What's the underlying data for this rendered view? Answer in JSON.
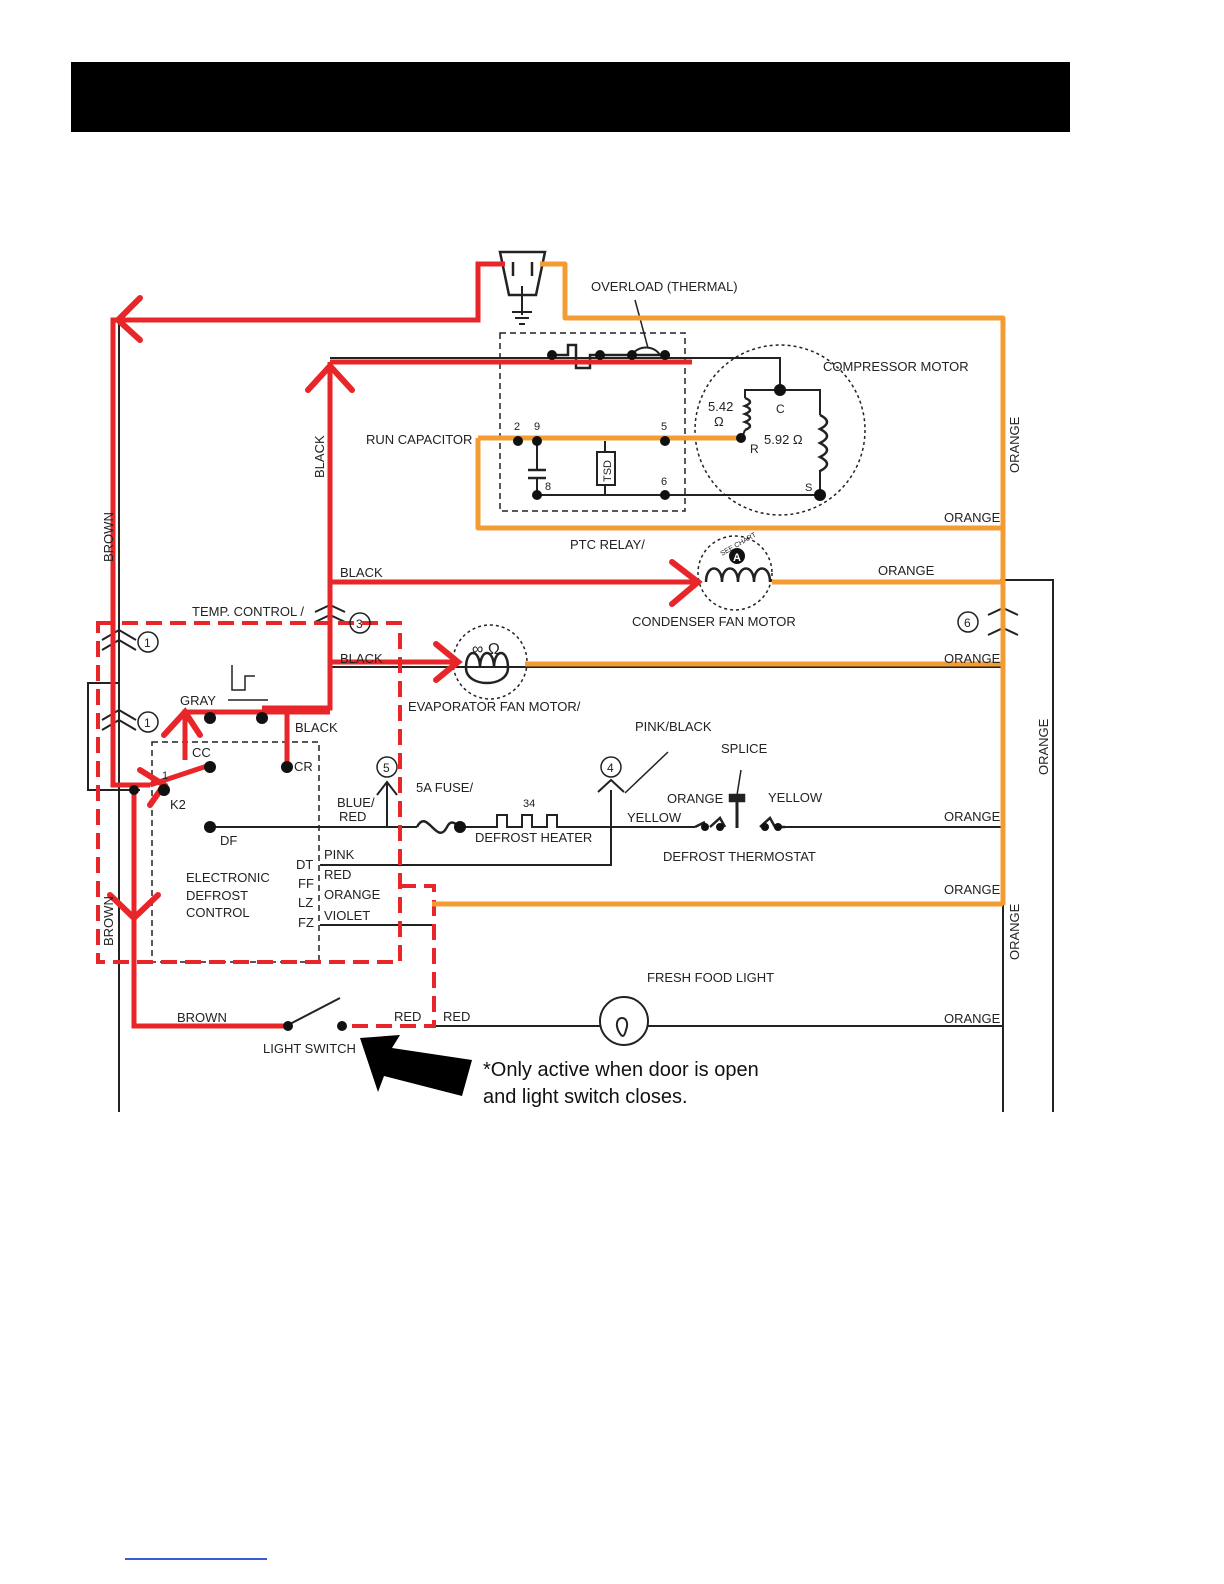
{
  "colors": {
    "active": "#e8262a",
    "supply": "#f39c34",
    "wire": "#222222",
    "header": "#000000",
    "link": "#3b5bd6"
  },
  "labels": {
    "overload": "OVERLOAD (THERMAL)",
    "compressor_motor": "COMPRESSOR MOTOR",
    "run_capacitor": "RUN CAPACITOR",
    "ptc_relay": "PTC RELAY/",
    "tsd": "TSD",
    "pin_2": "2",
    "pin_9": "9",
    "pin_5": "5",
    "pin_8": "8",
    "pin_6": "6",
    "res_start": "5.42",
    "res_start_unit": "Ω",
    "res_run": "5.92 Ω",
    "term_c": "C",
    "term_r": "R",
    "term_s": "S",
    "black_vertical": "BLACK",
    "brown_top": "BROWN",
    "brown_bottom": "BROWN",
    "orange_right_1": "ORANGE",
    "orange_right_2": "ORANGE",
    "orange_right_3": "ORANGE",
    "orange_top": "ORANGE",
    "black_condenser": "BLACK",
    "see_chart": "SEE CHART",
    "chart_ref": "A",
    "orange_condenser": "ORANGE",
    "condenser_fan_motor": "CONDENSER FAN MOTOR",
    "circle_6": "6",
    "temp_control": "TEMP. CONTROL /",
    "circle_1a": "1",
    "circle_1b": "1",
    "circle_3": "3",
    "black_evap": "BLACK",
    "evap_symbol": "∞ Ω",
    "orange_evap": "ORANGE",
    "evaporator_fan_motor": "EVAPORATOR FAN MOTOR/",
    "gray": "GRAY",
    "black_cr": "BLACK",
    "cc": "CC",
    "cr": "CR",
    "k2": "K2",
    "k2_pin": "1",
    "pink_black": "PINK/BLACK",
    "splice": "SPLICE",
    "circle_5": "5",
    "circle_4": "4",
    "fuse": "5A FUSE/",
    "blue_red_1": "BLUE/",
    "blue_red_2": "RED",
    "heater_value": "34",
    "defrost_heater": "DEFROST HEATER",
    "orange_thermo": "ORANGE",
    "yellow_thermo": "YELLOW",
    "yellow_left": "YELLOW",
    "orange_heater_line": "ORANGE",
    "defrost_thermostat": "DEFROST THERMOSTAT",
    "df": "DF",
    "edc_1": "ELECTRONIC",
    "edc_2": "DEFROST",
    "edc_3": "CONTROL",
    "dt": "DT",
    "ff": "FF",
    "lz": "LZ",
    "fz": "FZ",
    "pink": "PINK",
    "red": "RED",
    "orange_wire": "ORANGE",
    "violet": "VIOLET",
    "orange_lz_line": "ORANGE",
    "fresh_food_light": "FRESH FOOD LIGHT",
    "brown_switch": "BROWN",
    "light_switch": "LIGHT SWITCH",
    "red_switch": "RED",
    "red_light": "RED",
    "orange_light": "ORANGE"
  },
  "note": {
    "line1": "*Only active when door is open",
    "line2": "and light switch closes."
  }
}
